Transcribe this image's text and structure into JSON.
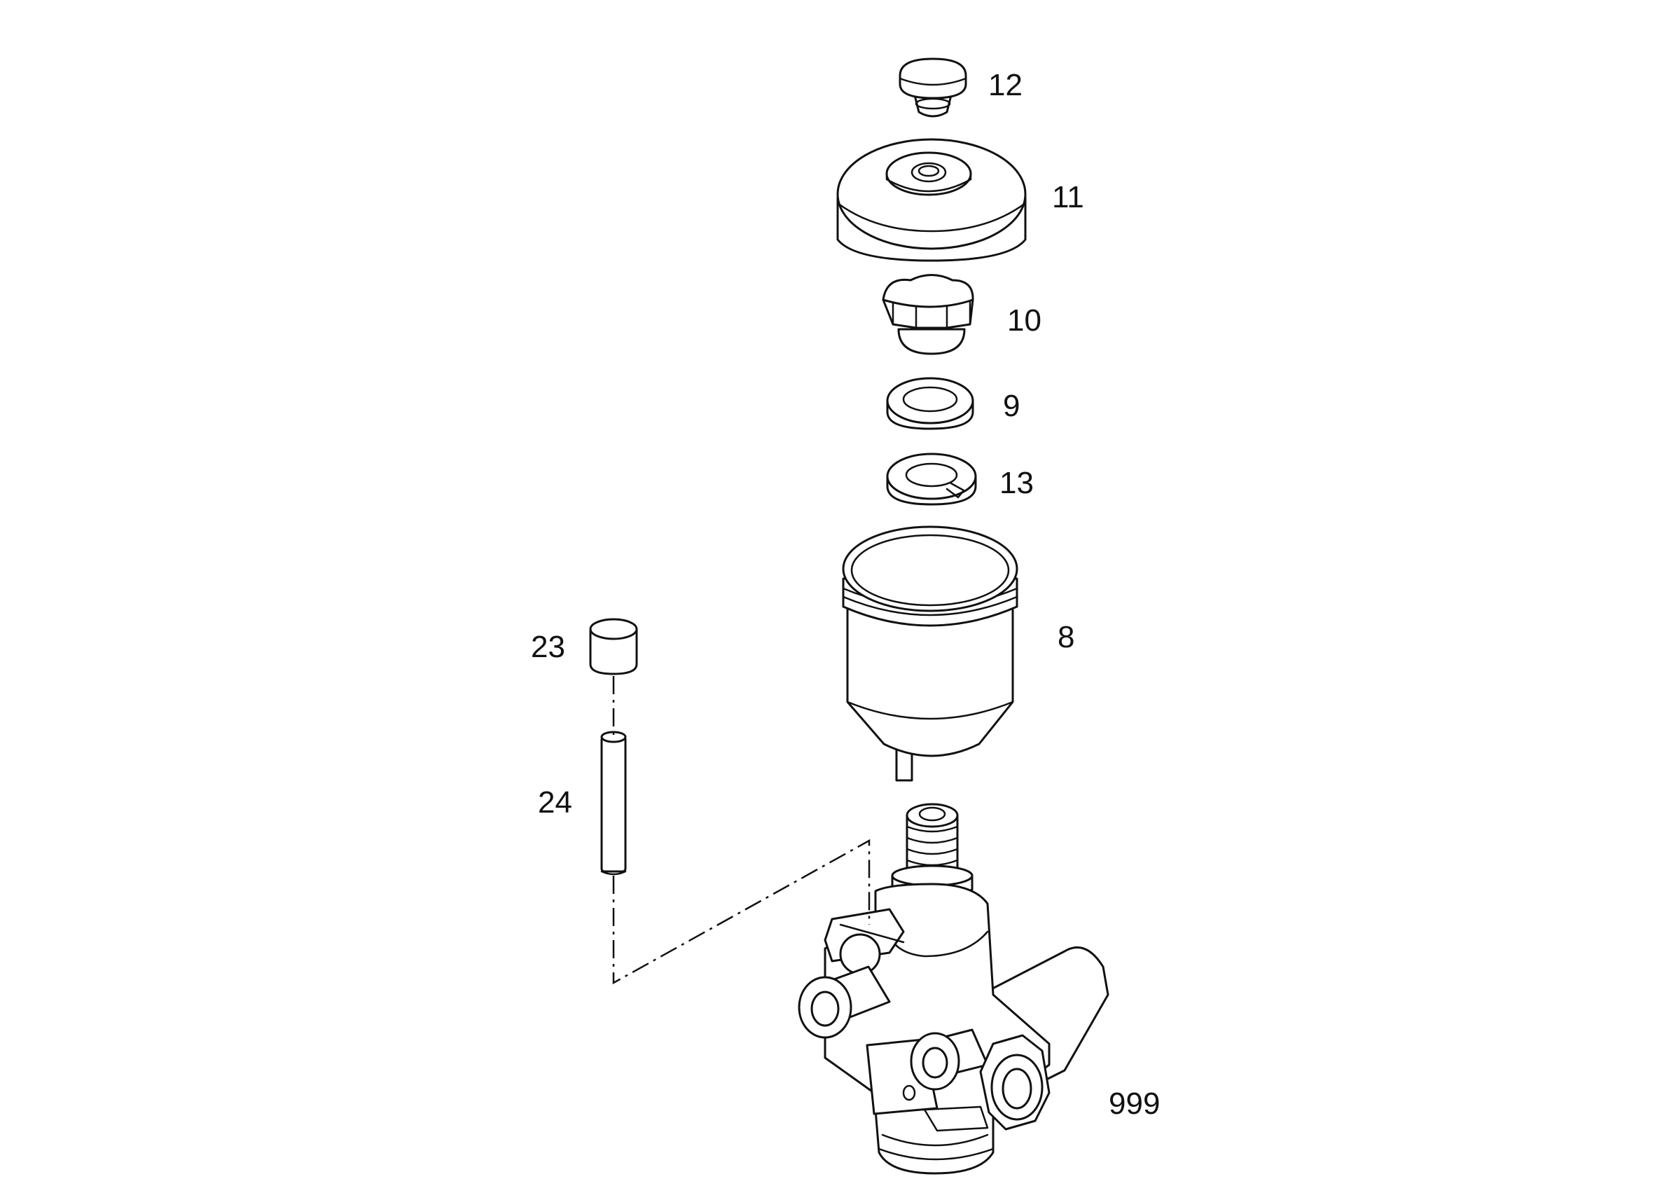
{
  "diagram": {
    "callouts": {
      "c12": "12",
      "c11": "11",
      "c10": "10",
      "c9": "9",
      "c13": "13",
      "c8": "8",
      "c23": "23",
      "c24": "24",
      "c999": "999"
    }
  }
}
